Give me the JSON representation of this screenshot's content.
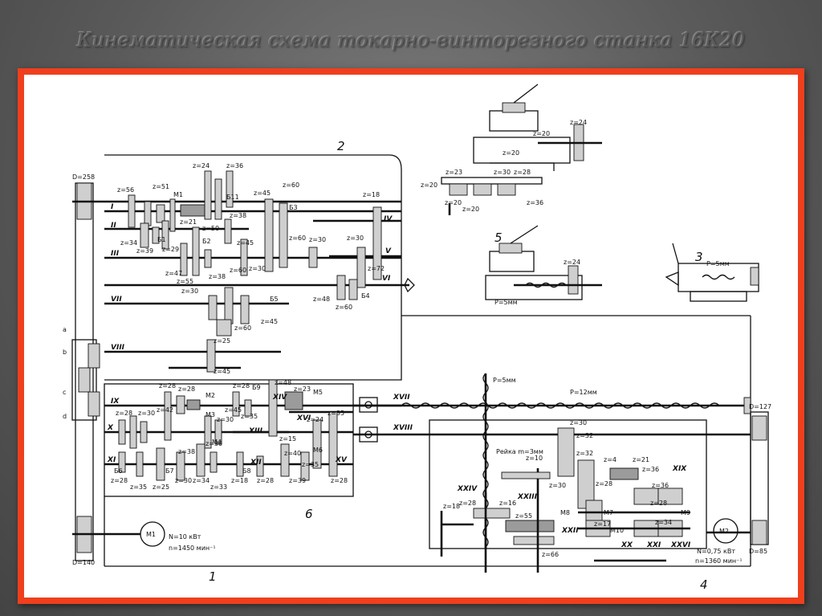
{
  "slide": {
    "title": "Кинематическая схема токарно-винторезного станка 16К20"
  },
  "diagram": {
    "shafts": [
      "I",
      "II",
      "III",
      "IV",
      "V",
      "VI",
      "VII",
      "VIII",
      "IX",
      "X",
      "XI",
      "XII",
      "XIII",
      "XIV",
      "XV",
      "XVI",
      "XVII",
      "XVIII",
      "XIX",
      "XX",
      "XXI",
      "XXII",
      "XXIII",
      "XXIV",
      "XXVI"
    ],
    "pulleys": {
      "top": "D=258",
      "bottom": "D=140",
      "apron_top": "D=127",
      "apron_bottom": "D=85"
    },
    "gears": [
      "z=56",
      "z=51",
      "z=24",
      "z=36",
      "z=34",
      "z=39",
      "z=21",
      "z=50",
      "z=38",
      "z=29",
      "z=47",
      "z=55",
      "z=38",
      "z=45",
      "z=60",
      "z=18",
      "z=45",
      "z=60",
      "z=30",
      "z=30",
      "z=72",
      "z=60",
      "z=30",
      "z=48",
      "z=60",
      "z=30",
      "z=45",
      "z=60",
      "z=25",
      "z=45",
      "z=28",
      "z=28",
      "z=42",
      "z=30",
      "z=28",
      "z=48",
      "z=23",
      "z=24",
      "z=35",
      "z=28",
      "z=30",
      "z=38",
      "z=45",
      "z=35",
      "z=30",
      "z=15",
      "z=40",
      "z=35",
      "z=28",
      "z=35",
      "z=25",
      "z=30",
      "z=34",
      "z=33",
      "z=18",
      "z=28",
      "z=39",
      "z=28",
      "z=30",
      "z=32",
      "z=32",
      "z=10",
      "z=30",
      "z=4",
      "z=21",
      "z=36",
      "z=36",
      "z=28",
      "z=28",
      "z=34",
      "z=17",
      "z=18",
      "z=28",
      "z=16",
      "z=55",
      "z=66",
      "z=20",
      "z=23",
      "z=30",
      "z=28",
      "z=20",
      "z=20",
      "z=36",
      "z=24",
      "z=20",
      "z=20",
      "z=24"
    ],
    "blocks": [
      "Б11",
      "Б3",
      "Б1",
      "Б2",
      "Б5",
      "Б4",
      "Б6",
      "Б7",
      "Б8",
      "Б9"
    ],
    "couplings": [
      "M1",
      "M2",
      "M3",
      "M4",
      "M5",
      "M6",
      "M7",
      "M8",
      "M9",
      "M10"
    ],
    "letters": [
      "a",
      "b",
      "c",
      "d"
    ],
    "leadscrew": {
      "feed_pitch": "P=5мм",
      "lead_pitch": "P=12мм",
      "rack": "Рейка m=3мм"
    },
    "cross_slide": {
      "pitch": "P=5мм"
    },
    "tailstock": {
      "pitch": "P=5мм"
    },
    "motor_main": {
      "name": "M1",
      "power": "N=10 кВт",
      "speed": "n=1450 мин⁻¹"
    },
    "motor_rapid": {
      "name": "M2",
      "power": "N=0,75 кВт",
      "speed": "n=1360 мин⁻¹"
    },
    "callouts": [
      "1",
      "2",
      "3",
      "4",
      "5",
      "6"
    ]
  }
}
